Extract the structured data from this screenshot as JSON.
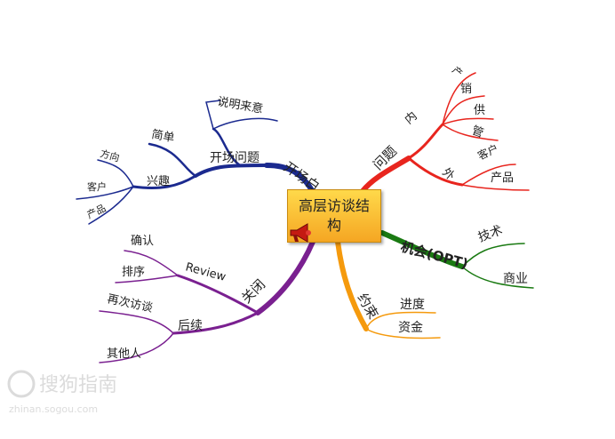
{
  "center": {
    "title": "高层访谈结构"
  },
  "branches": {
    "opening": {
      "label": "开场白",
      "color": "#1b2a8f",
      "reason": "说明来意",
      "question": "开场问题",
      "simple": "简单",
      "interest": "兴趣",
      "direction": "方向",
      "customer": "客户",
      "product": "产品"
    },
    "issues": {
      "label": "问题",
      "color": "#e8251e",
      "internal": "内",
      "external": "外",
      "i1": "产",
      "i2": "销",
      "i3": "供",
      "i4": "管",
      "e1": "客户",
      "e2": "产品"
    },
    "opportunity": {
      "label": "机会(OPT)",
      "color": "#1a7a12",
      "tech": "技术",
      "business": "商业"
    },
    "constraint": {
      "label": "约束",
      "color": "#f59a0d",
      "progress": "进度",
      "funds": "资金"
    },
    "close": {
      "label": "关闭",
      "color": "#7a2090",
      "review": "Review",
      "confirm": "确认",
      "sort": "排序",
      "followup": "后续",
      "revisit": "再次访谈",
      "others": "其他人"
    }
  },
  "watermark": {
    "text": "搜狗指南",
    "subtext": "zhinan.sogou.com"
  }
}
